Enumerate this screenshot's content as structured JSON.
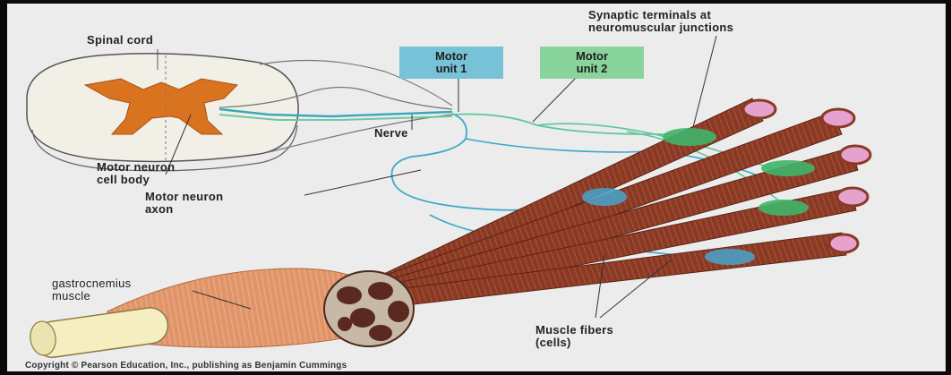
{
  "labels": {
    "spinal_cord": "Spinal cord",
    "synaptic_terminals_line1": "Synaptic terminals at",
    "synaptic_terminals_line2": "neuromuscular junctions",
    "motor_unit_1_line1": "Motor",
    "motor_unit_1_line2": "unit 1",
    "motor_unit_2_line1": "Motor",
    "motor_unit_2_line2": "unit 2",
    "nerve": "Nerve",
    "motor_neuron_cell_body_line1": "Motor neuron",
    "motor_neuron_cell_body_line2": "cell body",
    "motor_neuron_axon_line1": "Motor neuron",
    "motor_neuron_axon_line2": "axon",
    "gastrocnemius_line1": "gastrocnemius",
    "gastrocnemius_line2": "muscle",
    "muscle_fibers_line1": "Muscle fibers",
    "muscle_fibers_line2": "(cells)"
  },
  "credit": "Copyright © Pearson Education, Inc., publishing as Benjamin Cummings",
  "colors": {
    "background": "#ececec",
    "gray_matter": "#d9731f",
    "motor_unit_1": "#78c2d8",
    "motor_unit_2": "#88d49a",
    "muscle_fiber": "#8a3a24",
    "fiber_end": "#e6a2cf",
    "tendon": "#f5eec0"
  }
}
